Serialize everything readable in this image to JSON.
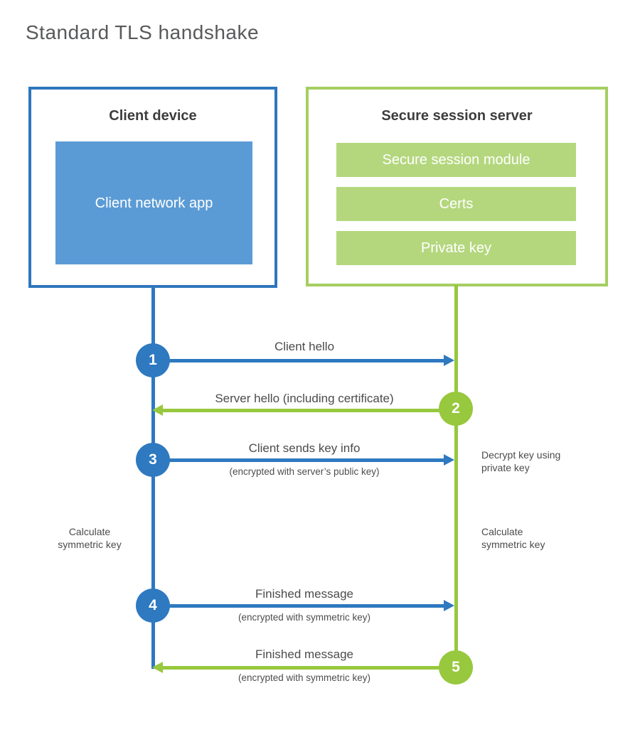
{
  "page": {
    "title": "Standard TLS handshake"
  },
  "colors": {
    "blue_primary": "#2e79c0",
    "blue_border": "#2e76bc",
    "blue_fill": "#5b9bd5",
    "green_primary": "#97c83d",
    "green_border": "#a5ce61",
    "green_bar": "#b4d77e",
    "text_dark": "#3d3d3d",
    "text_gray": "#4b4b4b",
    "title_gray": "#58595b"
  },
  "client_box": {
    "title": "Client device",
    "app_label": "Client network app"
  },
  "server_box": {
    "title": "Secure session server",
    "modules": [
      "Secure session module",
      "Certs",
      "Private key"
    ]
  },
  "steps": [
    {
      "number": "1",
      "actor": "client",
      "direction": "right",
      "label": "Client hello",
      "sublabel": ""
    },
    {
      "number": "2",
      "actor": "server",
      "direction": "left",
      "label": "Server hello (including certificate)",
      "sublabel": ""
    },
    {
      "number": "3",
      "actor": "client",
      "direction": "right",
      "label": "Client sends key info",
      "sublabel": "(encrypted with server’s public key)"
    },
    {
      "number": "4",
      "actor": "client",
      "direction": "right",
      "label": "Finished message",
      "sublabel": "(encrypted with symmetric key)"
    },
    {
      "number": "5",
      "actor": "server",
      "direction": "left",
      "label": "Finished message",
      "sublabel": "(encrypted with symmetric key)"
    }
  ],
  "side_notes": {
    "decrypt": "Decrypt key using private key",
    "calc_left": "Calculate symmetric key",
    "calc_right": "Calculate symmetric key"
  }
}
